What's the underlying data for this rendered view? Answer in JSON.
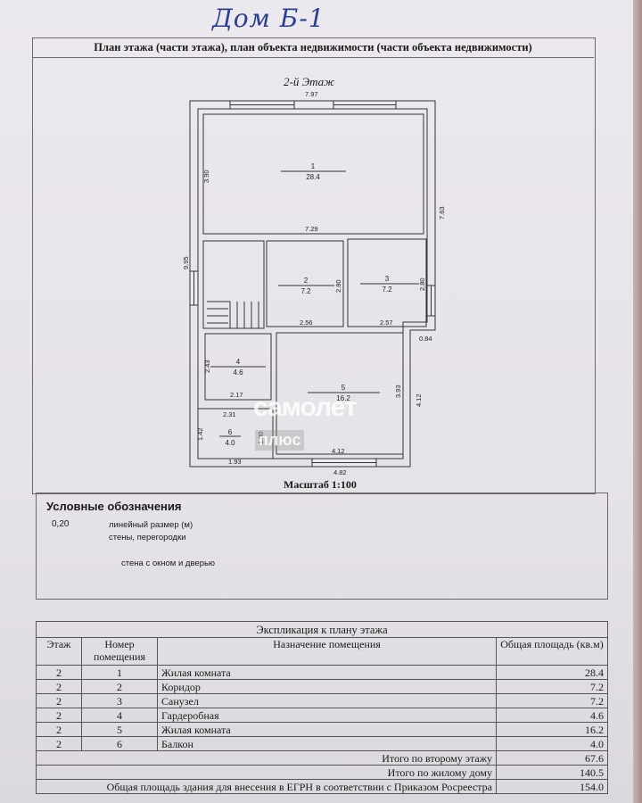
{
  "handwritten_note": "Дом Б-1",
  "plan": {
    "header": "План этажа (части этажа), план объекта недвижимости (части объекта недвижимости)",
    "floor_label": "2-й Этаж",
    "scale": "Масштаб 1:100",
    "dimensions": {
      "top": "7.97",
      "left_upper": "3.90",
      "right_outer": "7.63",
      "room1_bottom": "7.29",
      "left_total": "9.95",
      "room2_right": "2.80",
      "room3_right": "2.80",
      "room2_bottom": "2.56",
      "room3_bottom": "2.57",
      "step": "0.84",
      "room4_left": "2.43",
      "room4_bottom": "2.17",
      "room5_right": "3.93",
      "right_lower": "4.12",
      "balcony_top": "2.31",
      "balcony_left": "1.42",
      "balcony_right": "1.80",
      "room5_bottom": "4.12",
      "balcony_bottom": "1.93",
      "bottom_total": "4.82"
    },
    "rooms": [
      {
        "num": "1",
        "area": "28.4"
      },
      {
        "num": "2",
        "area": "7.2"
      },
      {
        "num": "3",
        "area": "7.2"
      },
      {
        "num": "4",
        "area": "4.6"
      },
      {
        "num": "5",
        "area": "16.2"
      },
      {
        "num": "6",
        "area": "4.0"
      }
    ]
  },
  "watermark": {
    "line1": "самолет",
    "line2": "плюс"
  },
  "legend": {
    "title": "Условные обозначения",
    "dim_sample": "0,20",
    "dim_text": "линейный размер (м)",
    "walls_text": "стены, перегородки",
    "window_text": "стена с окном и дверью"
  },
  "explication": {
    "title": "Экспликация к плану этажа",
    "headers": {
      "floor": "Этаж",
      "room_number": "Номер помещения",
      "purpose": "Назначение помещения",
      "area": "Общая площадь (кв.м)"
    },
    "rows": [
      {
        "floor": "2",
        "num": "1",
        "purpose": "Жилая комната",
        "area": "28.4"
      },
      {
        "floor": "2",
        "num": "2",
        "purpose": "Коридор",
        "area": "7.2"
      },
      {
        "floor": "2",
        "num": "3",
        "purpose": "Санузел",
        "area": "7.2"
      },
      {
        "floor": "2",
        "num": "4",
        "purpose": "Гардеробная",
        "area": "4.6"
      },
      {
        "floor": "2",
        "num": "5",
        "purpose": "Жилая комната",
        "area": "16.2"
      },
      {
        "floor": "2",
        "num": "6",
        "purpose": "Балкон",
        "area": "4.0"
      }
    ],
    "totals": [
      {
        "label": "Итого по второму этажу",
        "value": "67.6"
      },
      {
        "label": "Итого по жилому дому",
        "value": "140.5"
      },
      {
        "label": "Общая площадь здания для внесения в ЕГРН в соответствии с Приказом Росреестра",
        "value": "154.0"
      }
    ]
  }
}
